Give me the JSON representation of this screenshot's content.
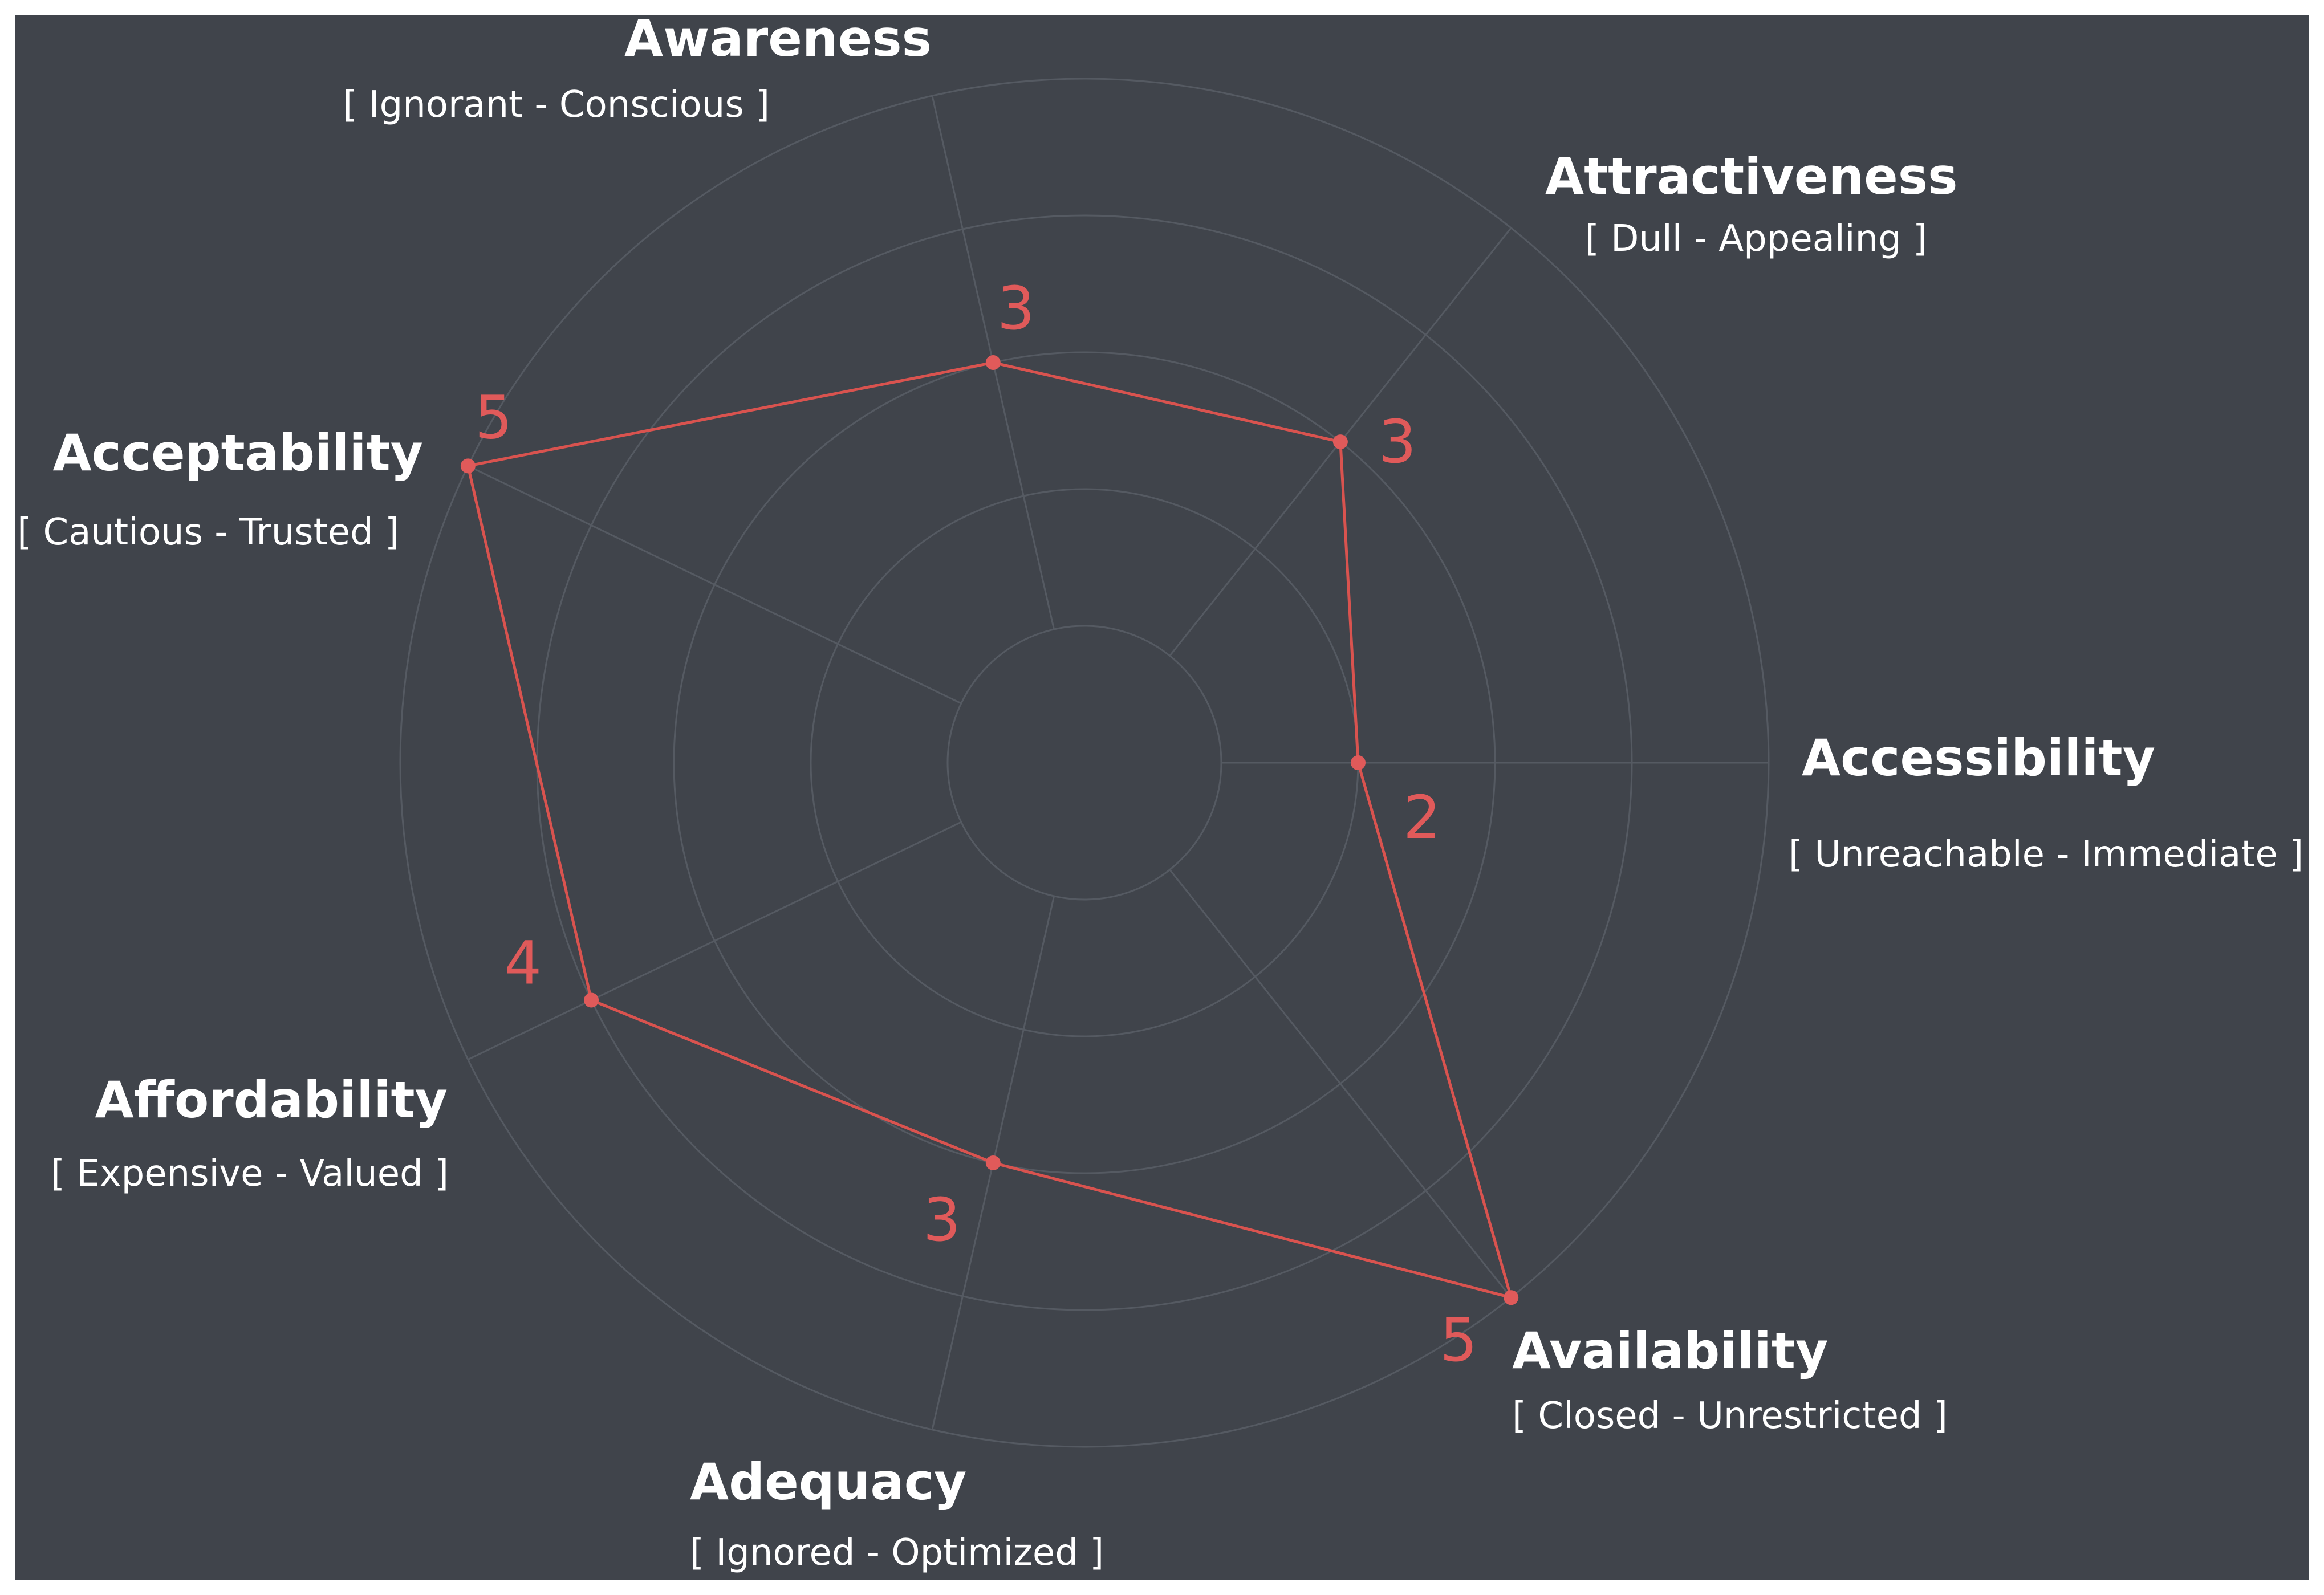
{
  "chart_data": {
    "type": "radar",
    "axes": [
      {
        "name": "Accessibility",
        "range": "[ Unreachable - Immediate ]",
        "value": 2
      },
      {
        "name": "Attractiveness",
        "range": "[ Dull - Appealing ]",
        "value": 3
      },
      {
        "name": "Awareness",
        "range": "[ Ignorant - Conscious ]",
        "value": 3
      },
      {
        "name": "Acceptability",
        "range": "[ Cautious - Trusted ]",
        "value": 5
      },
      {
        "name": "Affordability",
        "range": "[ Expensive - Valued ]",
        "value": 4
      },
      {
        "name": "Adequacy",
        "range": "[ Ignored - Optimized ]",
        "value": 3
      },
      {
        "name": "Availability",
        "range": "[ Closed - Unrestricted ]",
        "value": 5
      }
    ],
    "scale": {
      "min": 0,
      "max": 5,
      "rings": 5
    },
    "grid": true,
    "legend": "none"
  },
  "colors": {
    "background": "#40444b",
    "grid": "#555a62",
    "series": "#d9534f",
    "text": "#ffffff"
  }
}
